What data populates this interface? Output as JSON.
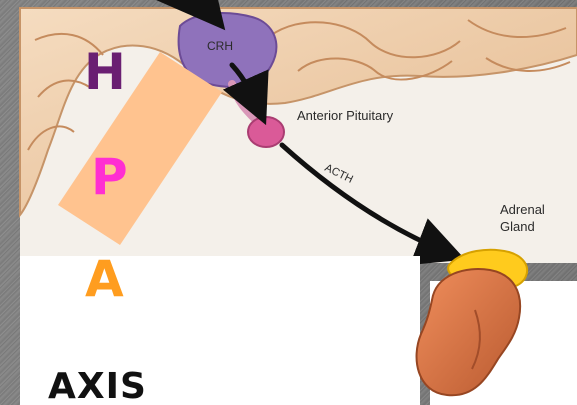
{
  "diagram": {
    "labels": {
      "crh": "CRH",
      "anterior_pituitary": "Anterior Pituitary",
      "acth": "ACTH",
      "adrenal_gland_line1": "Adrenal",
      "adrenal_gland_line2": "Gland"
    },
    "letters": {
      "h": "H",
      "p": "P",
      "a": "A"
    },
    "axis_word": "AXIS"
  },
  "colors": {
    "h": "#6a1f72",
    "p": "#ff2fd2",
    "a": "#ff9d1f",
    "hypothalamus": "#8e6fb4",
    "pituitary": "#da5a98",
    "adrenal_cap": "#ffcb1d",
    "adrenal_body": "#d86b3d",
    "brain": "#eec79d",
    "peach_bar": "#ffc38f"
  }
}
